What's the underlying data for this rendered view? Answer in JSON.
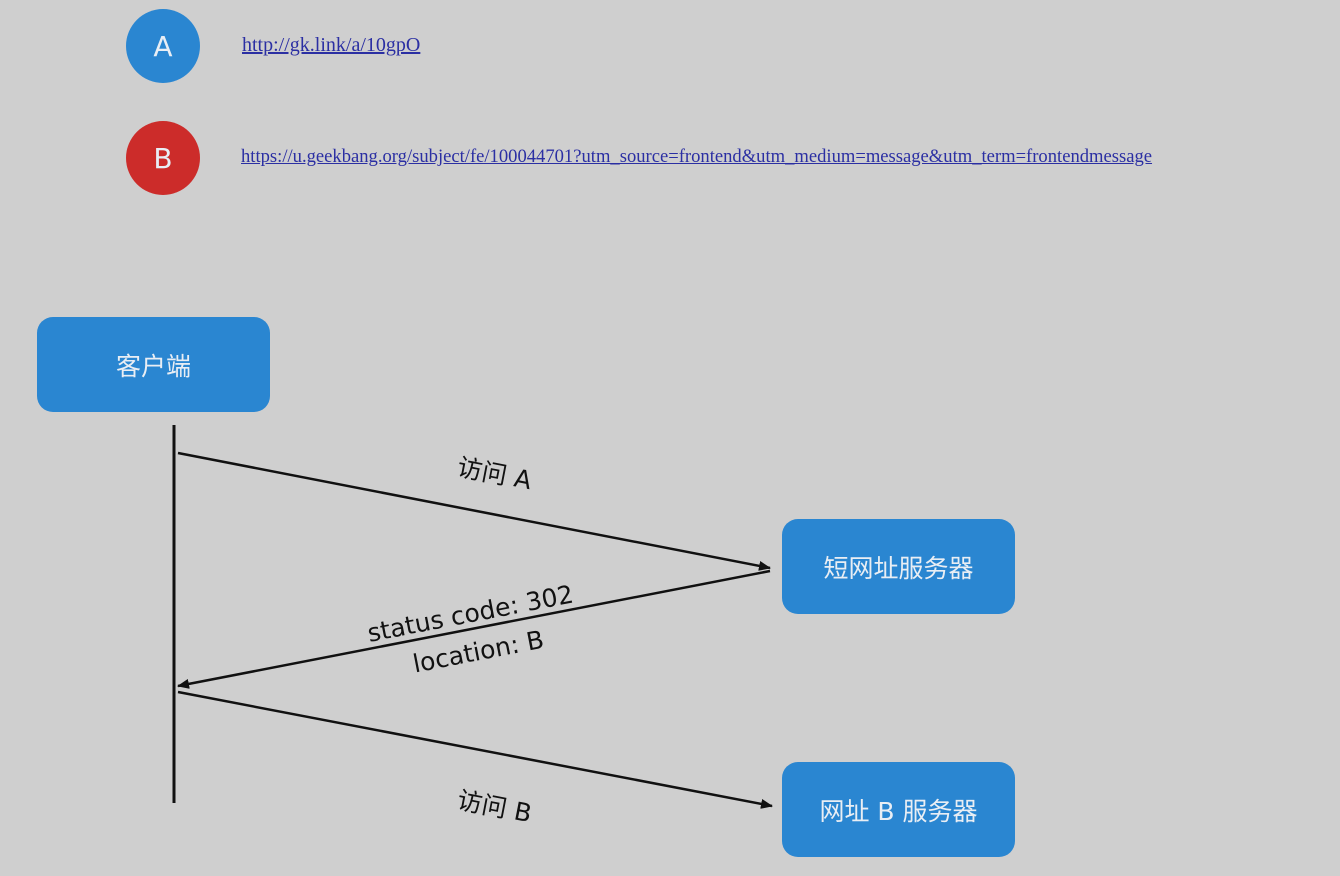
{
  "legend": [
    {
      "letter": "A",
      "url": "http://gk.link/a/10gpO",
      "color": "#2a86d1"
    },
    {
      "letter": "B",
      "url": "https://u.geekbang.org/subject/fe/100044701?utm_source=frontend&utm_medium=message&utm_term=frontendmessage",
      "color": "#cc2c2a"
    }
  ],
  "nodes": {
    "client": "客户端",
    "short_server": "短网址服务器",
    "b_server": "网址 B 服务器"
  },
  "box_color": "#2a86d1",
  "arrows": {
    "visit_a": "访问 A",
    "redirect_line1": "status code: 302",
    "redirect_line2": "location: B",
    "visit_b": "访问 B"
  }
}
